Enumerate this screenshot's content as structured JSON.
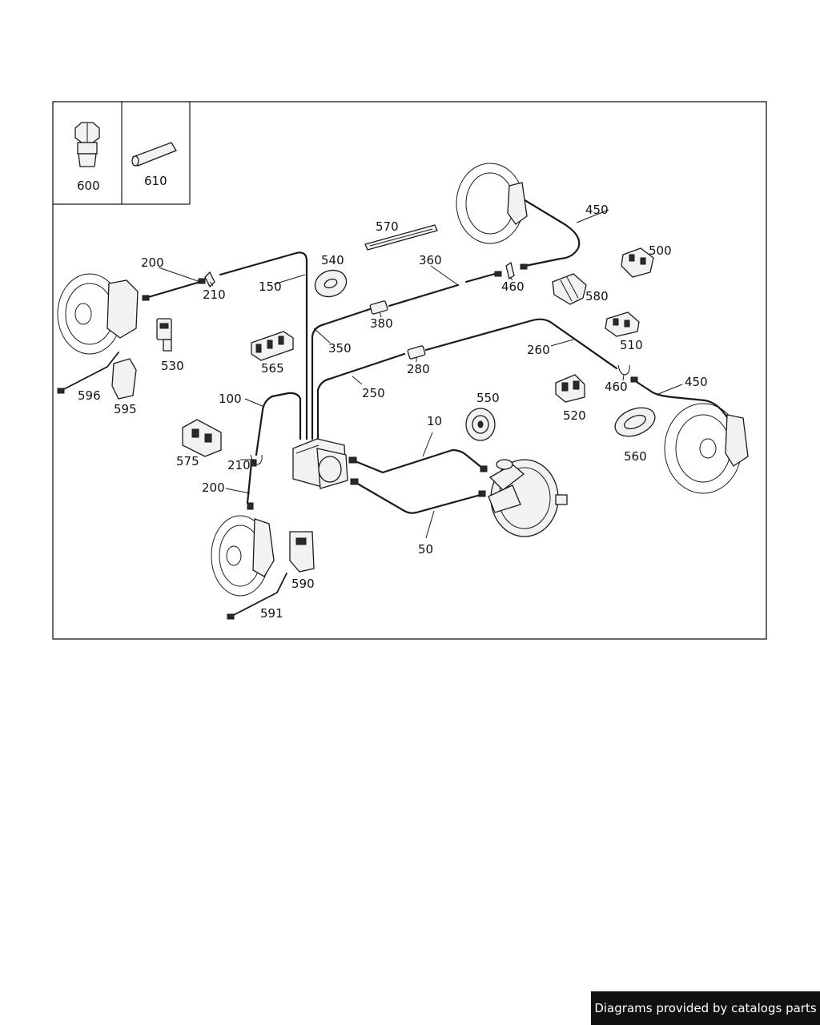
{
  "footer": {
    "text": "Diagrams provided by catalogs parts"
  },
  "diagram": {
    "labels": {
      "l600": "600",
      "l610": "610",
      "l570": "570",
      "l450a": "450",
      "l500": "500",
      "l200a": "200",
      "l210a": "210",
      "l150": "150",
      "l540": "540",
      "l360": "360",
      "l460a": "460",
      "l580": "580",
      "l380": "380",
      "l530": "530",
      "l565": "565",
      "l350": "350",
      "l510": "510",
      "l260": "260",
      "l280": "280",
      "l460b": "460",
      "l450b": "450",
      "l596": "596",
      "l595": "595",
      "l250": "250",
      "l100": "100",
      "l550": "550",
      "l520": "520",
      "l10": "10",
      "l560": "560",
      "l575": "575",
      "l210b": "210",
      "l200b": "200",
      "l50": "50",
      "l590": "590",
      "l591": "591"
    }
  }
}
